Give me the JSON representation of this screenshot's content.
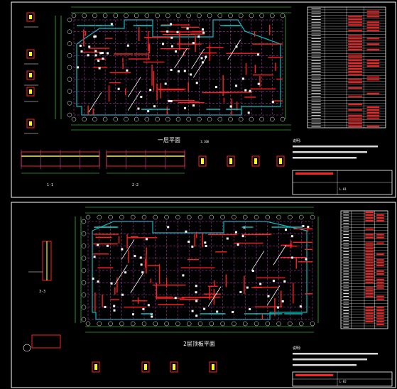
{
  "sheet_1": {
    "plan_title": "一层平面",
    "scale": "1:100",
    "section_labels": [
      "1-1",
      "2-2"
    ],
    "note_title": "说明：",
    "title_block_text": "L-01"
  },
  "sheet_2": {
    "plan_title": "2层顶板平面",
    "section_labels": [
      "3-3"
    ],
    "note_title": "说明：",
    "title_block_text": "L-02"
  },
  "colors": {
    "background": "#000000",
    "frame": "#ffffff",
    "beam": "#ff2020",
    "grid": "#c040c0",
    "wall": "#00c0c0",
    "column": "#ffffff",
    "dim": "#40ff40",
    "hatch": "#ffff00"
  }
}
